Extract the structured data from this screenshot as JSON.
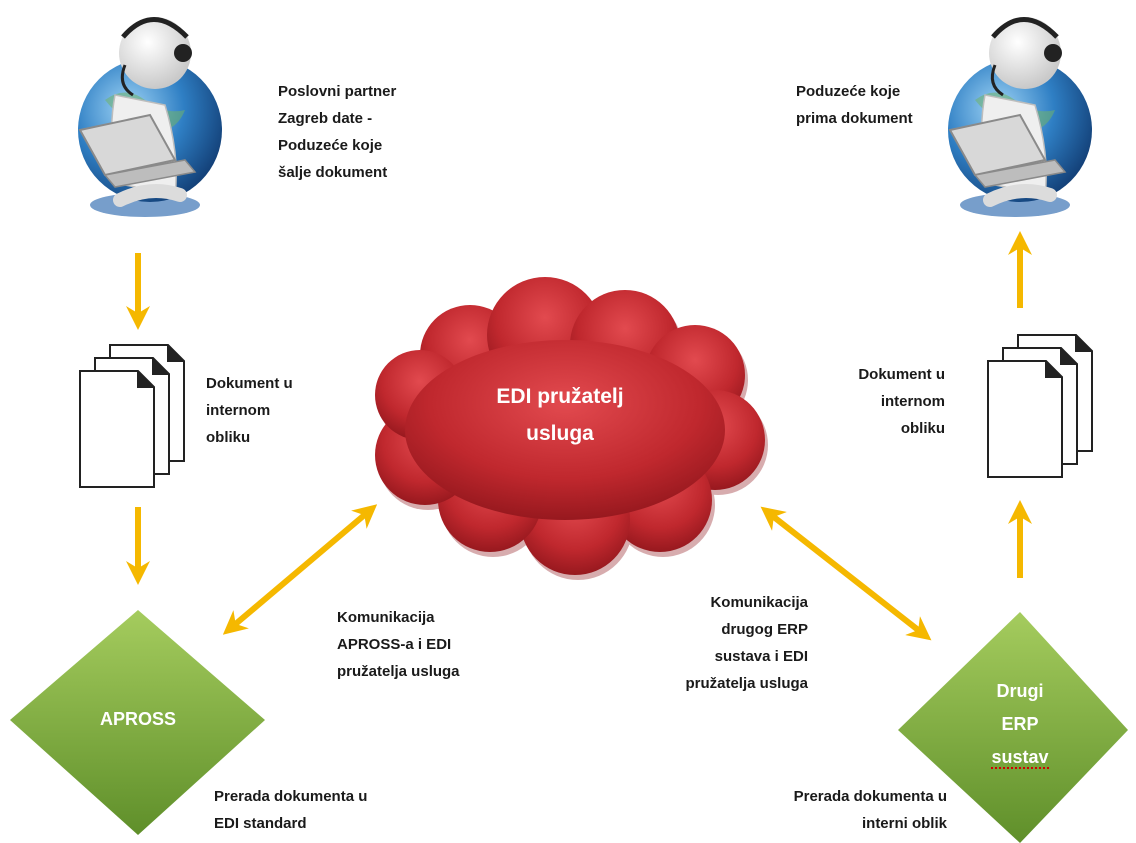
{
  "colors": {
    "arrow": "#f5b800",
    "cloud": "#c0282e",
    "cloud_dark": "#8e151b",
    "diamond": "#7aa83a",
    "diamond_light": "#a5cc5e",
    "text": "#1a1a1a"
  },
  "nodes": {
    "sender": {
      "icon": "person-with-laptop-globe-icon",
      "lines": [
        "Poslovni partner",
        "Zagreb date -",
        "Poduzeće koje",
        "šalje dokument"
      ]
    },
    "receiver": {
      "icon": "person-with-laptop-globe-icon",
      "lines": [
        "Poduzeće koje",
        "prima dokument"
      ]
    },
    "doc_left": {
      "icon": "document-stack-icon",
      "lines": [
        "Dokument u",
        "internom",
        "obliku"
      ]
    },
    "doc_right": {
      "icon": "document-stack-icon",
      "lines": [
        "Dokument u",
        "internom",
        "obliku"
      ]
    },
    "cloud": {
      "lines": [
        "EDI pružatelj",
        "usluga"
      ]
    },
    "apross": {
      "label": "APROSS"
    },
    "erp": {
      "lines": [
        "Drugi",
        "ERP",
        "sustav"
      ]
    }
  },
  "edges": {
    "comm_left": {
      "lines": [
        "Komunikacija",
        "APROSS-a i EDI",
        "pružatelja usluga"
      ]
    },
    "comm_right": {
      "lines": [
        "Komunikacija",
        "drugog ERP",
        "sustava i EDI",
        "pružatelja usluga"
      ]
    }
  },
  "captions": {
    "apross": {
      "lines": [
        "Prerada dokumenta u",
        "EDI standard"
      ]
    },
    "erp": {
      "lines": [
        "Prerada dokumenta u",
        "interni oblik"
      ]
    }
  }
}
